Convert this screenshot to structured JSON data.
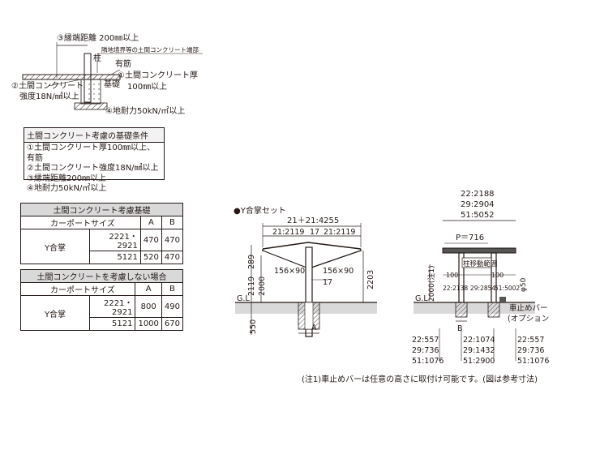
{
  "top_detail": {
    "edge_distance": "③縁端距離 200㎜以上",
    "pillar": "柱",
    "neighbor_edge": "隣地境界等の土間コンクリート端部",
    "rebar": "有筋",
    "slab_thickness_1": "①土間コンクリート厚",
    "slab_thickness_2": "100㎜以上",
    "concrete_1": "②土間コンクリート",
    "concrete_2": "強度18N/㎟以上",
    "foundation": "基礎",
    "bearing": "④地耐力50kN/㎡以上"
  },
  "conditions": {
    "title": "土間コンクリート考慮の基礎条件",
    "items": [
      "①土間コンクリート厚100㎜以上、有筋",
      "②土間コンクリート強度18N/㎟以上",
      "③縁端距離200㎜以上",
      "④地耐力50kN/㎡以上"
    ]
  },
  "table1": {
    "title": "土間コンクリート考慮基礎",
    "col_size": "カーポートサイズ",
    "col_a": "A",
    "col_b": "B",
    "type": "Y合掌",
    "rows": [
      {
        "size": "2221・2921",
        "a": "470",
        "b": "470"
      },
      {
        "size": "5121",
        "a": "520",
        "b": "470"
      }
    ]
  },
  "table2": {
    "title": "土間コンクリートを考慮しない場合",
    "col_size": "カーポートサイズ",
    "col_a": "A",
    "col_b": "B",
    "type": "Y合掌",
    "rows": [
      {
        "size": "2221・2921",
        "a": "800",
        "b": "490"
      },
      {
        "size": "5121",
        "a": "1000",
        "b": "670"
      }
    ]
  },
  "front": {
    "title": "●Y合掌セット",
    "total_width": "21＋21:4255",
    "half_left": "21:2119",
    "mid": "17",
    "half_right": "21:2119",
    "dim_289": "289",
    "dim_2119": "2119",
    "dim_2000": "2000",
    "dim_2203": "2203",
    "beam_left": "156×90",
    "beam_right": "156×90",
    "post_17": "17",
    "gl": "G.L",
    "dim_550": "550",
    "label_a": "A"
  },
  "side": {
    "top_1": "22:2188",
    "top_2": "29:2904",
    "top_3": "51:5052",
    "p_dim": "P＝716",
    "movable": "柱移動範囲",
    "range_left": "100",
    "range_right": "100",
    "vdim": "2000(注1)",
    "bottom_1": "22:2138",
    "bottom_2": "29:2854",
    "bottom_3": "51:5002",
    "diameter": "φ50",
    "gl": "G.L",
    "stopper_1": "車止めバー",
    "stopper_2": "(オプション)",
    "label_b": "B",
    "col_left": [
      "22:557",
      "29:736",
      "51:1076"
    ],
    "col_mid": [
      "22:1074",
      "29:1432",
      "51:2900"
    ],
    "col_right": [
      "22:557",
      "29:736",
      "51:1076"
    ]
  },
  "footnote": "(注1)車止めバーは任意の高さに取付け可能です。(図は参考寸法)"
}
